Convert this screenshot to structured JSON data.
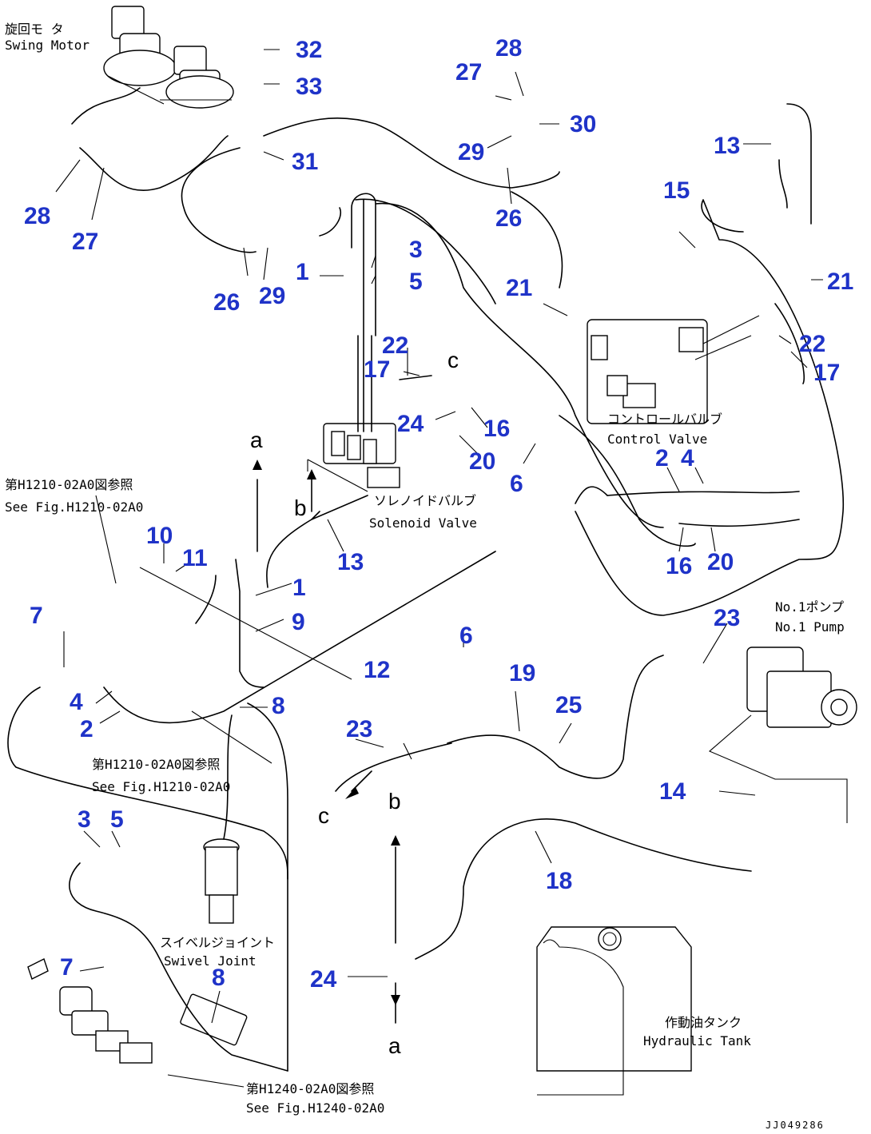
{
  "component_labels": {
    "swing_motor_jp": "旋回モ タ",
    "swing_motor_en": "Swing Motor",
    "control_valve_jp": "コントロールバルブ",
    "control_valve_en": "Control Valve",
    "solenoid_valve_jp": "ソレノイドバルブ",
    "solenoid_valve_en": "Solenoid Valve",
    "pump_jp": "No.1ポンプ",
    "pump_en": "No.1 Pump",
    "swivel_jp": "スイベルジョイント",
    "swivel_en": "Swivel Joint",
    "tank_jp": "作動油タンク",
    "tank_en": "Hydraulic Tank"
  },
  "references": {
    "ref1_jp": "第H1210-02A0図参照",
    "ref1_en": "See Fig.H1210-02A0",
    "ref2_jp": "第H1210-02A0図参照",
    "ref2_en": "See Fig.H1210-02A0",
    "ref3_jp": "第H1240-02A0図参照",
    "ref3_en": "See Fig.H1240-02A0"
  },
  "arrow_markers": {
    "a_top": "a",
    "b_mid": "b",
    "c_right": "c",
    "c_left": "c",
    "b_lower": "b",
    "a_bottom": "a"
  },
  "callouts": {
    "n1a": "1",
    "n1b": "1",
    "n2a": "2",
    "n2b": "2",
    "n3a": "3",
    "n3b": "3",
    "n4a": "4",
    "n4b": "4",
    "n5a": "5",
    "n5b": "5",
    "n6a": "6",
    "n6b": "6",
    "n7a": "7",
    "n7b": "7",
    "n8a": "8",
    "n8b": "8",
    "n9": "9",
    "n10": "10",
    "n11": "11",
    "n12": "12",
    "n13a": "13",
    "n13b": "13",
    "n14": "14",
    "n15": "15",
    "n16a": "16",
    "n16b": "16",
    "n17a": "17",
    "n17b": "17",
    "n18": "18",
    "n19": "19",
    "n20a": "20",
    "n20b": "20",
    "n21a": "21",
    "n21b": "21",
    "n22a": "22",
    "n22b": "22",
    "n23a": "23",
    "n23b": "23",
    "n24a": "24",
    "n24b": "24",
    "n25": "25",
    "n26a": "26",
    "n26b": "26",
    "n27a": "27",
    "n27b": "27",
    "n28a": "28",
    "n28b": "28",
    "n29a": "29",
    "n29b": "29",
    "n30": "30",
    "n31": "31",
    "n32": "32",
    "n33": "33"
  },
  "drawing_code": "JJ049286"
}
